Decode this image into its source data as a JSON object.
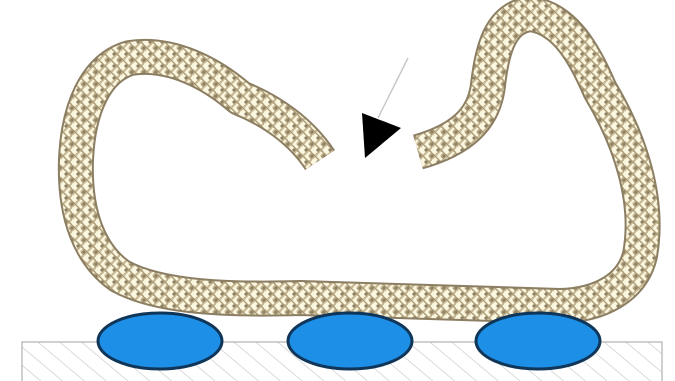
{
  "diagram": {
    "labels": [],
    "colors": {
      "background": "#ffffff",
      "loop_stroke": "#8c7e62",
      "loop_fill": "#fbf6df",
      "loop_pattern": "#c7b894",
      "substrate_hatch": "#b5b5b5",
      "substrate_edge": "#9a9a9a",
      "ellipse_fill": "#1e8fe6",
      "ellipse_stroke": "#0f3558",
      "arrow": "#000000",
      "pointer_line": "#c8c8c8"
    },
    "elements": {
      "loop": "textured-braided-loop",
      "gap": "opening-in-loop",
      "arrow": "black-triangle-arrow",
      "pointer": "thin-pointer-line",
      "substrate": "hatched-substrate-bar",
      "ellipses": [
        "blue-ellipse",
        "blue-ellipse",
        "blue-ellipse"
      ]
    }
  }
}
